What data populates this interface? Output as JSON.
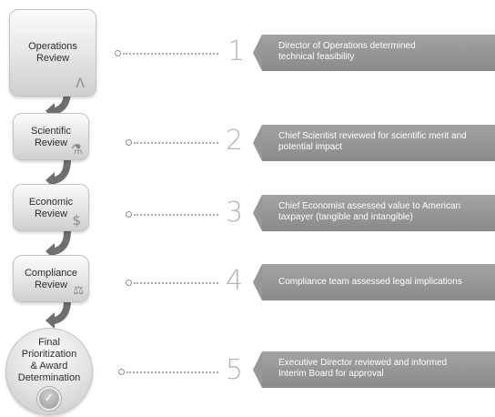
{
  "steps": [
    {
      "box": "Operations Review",
      "line1": "Operations",
      "line2": "Review",
      "number": "1",
      "text1": "Director of Operations determined",
      "text2": "technical feasibility",
      "icon": "compass-icon"
    },
    {
      "box": "Scientific Review",
      "line1": "Scientific",
      "line2": "Review",
      "number": "2",
      "text1": "Chief Scientist reviewed for scientific merit and",
      "text2": "potential impact",
      "icon": "microscope-icon"
    },
    {
      "box": "Economic Review",
      "line1": "Economic",
      "line2": "Review",
      "number": "3",
      "text1": "Chief Economist assessed value to American",
      "text2": "taxpayer (tangible and intangible)",
      "icon": "dollar-icon"
    },
    {
      "box": "Compliance Review",
      "line1": "Compliance",
      "line2": "Review",
      "number": "4",
      "text1": "Compliance team assessed legal implications",
      "text2": "",
      "icon": "scales-icon"
    },
    {
      "box": "Final Prioritization & Award Determination",
      "line1": "Final",
      "line2": "Prioritization",
      "line3": "& Award",
      "line4": "Determination",
      "number": "5",
      "text1": "Executive Director reviewed and informed",
      "text2": "Interim Board for approval",
      "icon": "checkmark-icon"
    }
  ],
  "colors": {
    "banner": "#959595",
    "number": "#b4b4b4",
    "box": "#e6e6e6",
    "arrow": "#6f6f6f"
  }
}
